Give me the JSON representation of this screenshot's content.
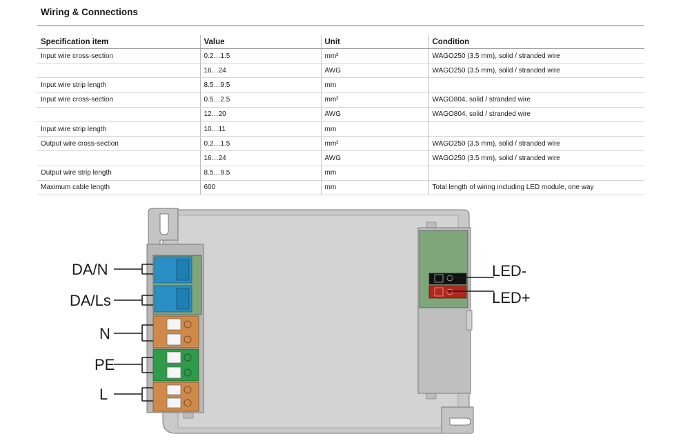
{
  "section_title": "Wiring & Connections",
  "table": {
    "headers": [
      "Specification item",
      "Value",
      "Unit",
      "Condition"
    ],
    "rows": [
      [
        "Input wire cross-section",
        "0.2…1.5",
        "mm²",
        "WAGO250 (3.5 mm), solid / stranded wire"
      ],
      [
        "",
        "16…24",
        "AWG",
        "WAGO250 (3.5 mm), solid / stranded wire"
      ],
      [
        "Input wire strip length",
        "8.5…9.5",
        "mm",
        ""
      ],
      [
        "Input wire cross-section",
        "0.5…2.5",
        "mm²",
        "WAGO804, solid / stranded wire"
      ],
      [
        "",
        "12…20",
        "AWG",
        "WAGO804, solid / stranded wire"
      ],
      [
        "Input wire strip length",
        "10…11",
        "mm",
        ""
      ],
      [
        "Output wire cross-section",
        "0.2…1.5",
        "mm²",
        "WAGO250 (3.5 mm), solid / stranded wire"
      ],
      [
        "",
        "16…24",
        "AWG",
        "WAGO250 (3.5 mm), solid / stranded wire"
      ],
      [
        "Output wire strip length",
        "8.5…9.5",
        "mm",
        ""
      ],
      [
        "Maximum cable length",
        "600",
        "mm",
        "Total length of wiring including LED module, one way"
      ]
    ]
  },
  "diagram": {
    "labels": {
      "da_n": "DA/N",
      "da_ls": "DA/Ls",
      "n": "N",
      "pe": "PE",
      "l": "L",
      "led_minus": "LED-",
      "led_plus": "LED+"
    },
    "colors": {
      "housing": "#c9c9c9",
      "terminal_blue": "#2a8fc4",
      "terminal_orange": "#cf8a4a",
      "terminal_green": "#2f9a4a",
      "block_green": "#7fa57a",
      "led_red": "#b0281e"
    }
  }
}
